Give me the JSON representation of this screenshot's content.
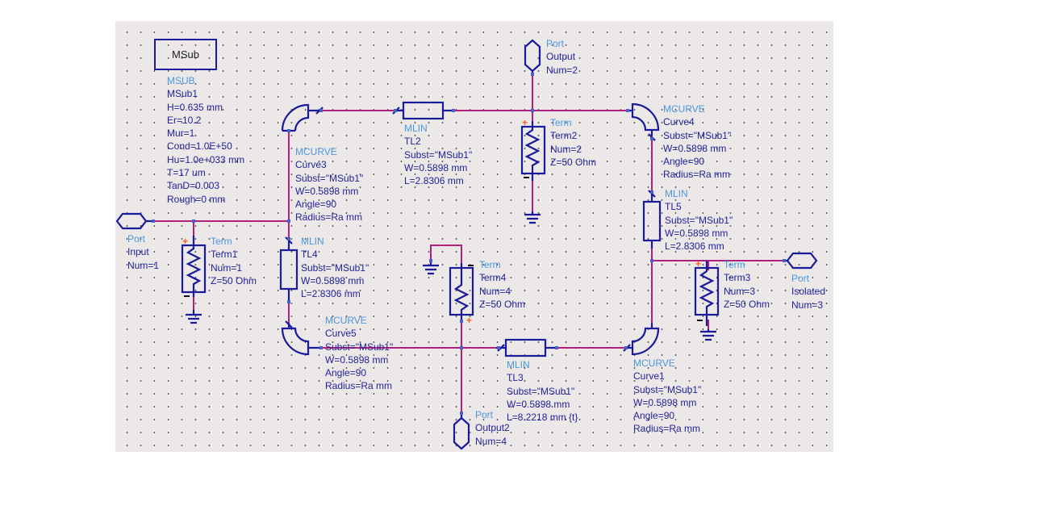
{
  "canvas": {
    "background": "#ebe8e7",
    "wire_color": "#b0207a",
    "component_color": "#1a1a9c",
    "kind_label_color": "#4b97de",
    "param_color": "#22229a"
  },
  "msub_box": {
    "label": "MSub"
  },
  "msub": {
    "kind": "MSUB",
    "name": "MSub1",
    "params": [
      "H=0.635 mm",
      "Er=10.2",
      "Mur=1",
      "Cond=1.0E+50",
      "Hu=1.0e+033 mm",
      "T=17 um",
      "TanD=0.003",
      "Rough=0 mm"
    ]
  },
  "curve3": {
    "kind": "MCURVE",
    "name": "Curve3",
    "params": [
      "Subst=\"MSub1\"",
      "W=0.5898 mm",
      "Angle=90",
      "Radius=Ra mm"
    ]
  },
  "tl2": {
    "kind": "MLIN",
    "name": "TL2",
    "params": [
      "Subst=\"MSub1\"",
      "W=0.5898 mm",
      "L=2.8306 mm"
    ]
  },
  "port_output": {
    "kind": "Port",
    "name": "Output",
    "params": [
      "Num=2"
    ]
  },
  "term2": {
    "kind": "Term",
    "name": "Term2",
    "params": [
      "Num=2",
      "Z=50 Ohm"
    ]
  },
  "curve4": {
    "kind": "MCURVE",
    "name": "Curve4",
    "params": [
      "Subst=\"MSub1\"",
      "W=0.5898 mm",
      "Angle=90",
      "Radius=Ra mm"
    ]
  },
  "tl5": {
    "kind": "MLIN",
    "name": "TL5",
    "params": [
      "Subst=\"MSub1\"",
      "W=0.5898 mm",
      "L=2.8306 mm"
    ]
  },
  "port_input": {
    "kind": "Port",
    "name": "Input",
    "params": [
      "Num=1"
    ]
  },
  "term1": {
    "kind": "Term",
    "name": "Term1",
    "params": [
      "Num=1",
      "Z=50 Ohm"
    ]
  },
  "tl4": {
    "kind": "MLIN",
    "name": "TL4",
    "params": [
      "Subst=\"MSub1\"",
      "W=0.5898 mm",
      "L=2.8306 mm"
    ]
  },
  "term4": {
    "kind": "Term",
    "name": "Term4",
    "params": [
      "Num=4",
      "Z=50 Ohm"
    ]
  },
  "term3": {
    "kind": "Term",
    "name": "Term3",
    "params": [
      "Num=3",
      "Z=50 Ohm"
    ]
  },
  "port_isolated": {
    "kind": "Port",
    "name": "Isolated",
    "params": [
      "Num=3"
    ]
  },
  "curve5": {
    "kind": "MCURVE",
    "name": "Curve5",
    "params": [
      "Subst=\"MSub1\"",
      "W=0.5898 mm",
      "Angle=90",
      "Radius=Ra mm"
    ]
  },
  "tl3": {
    "kind": "MLIN",
    "name": "TL3",
    "params": [
      "Subst=\"MSub1\"",
      "W=0.5898 mm",
      "L=8.2218 mm {t}"
    ]
  },
  "port_output2": {
    "kind": "Port",
    "name": "Output2",
    "params": [
      "Num=4"
    ]
  },
  "curve1": {
    "kind": "MCURVE",
    "name": "Curve1",
    "params": [
      "Subst=\"MSub1\"",
      "W=0.5898 mm",
      "Angle=90",
      "Radius=Ra mm"
    ]
  }
}
